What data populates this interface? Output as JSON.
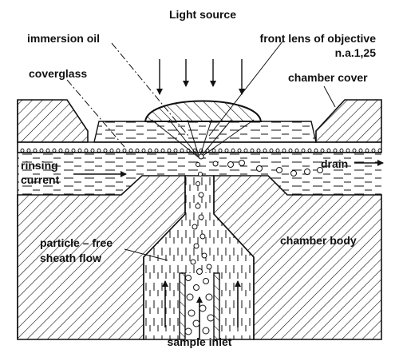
{
  "labels": {
    "light_source": "Light source",
    "immersion_oil": "immersion oil",
    "front_lens_line1": "front lens of objective",
    "front_lens_line2": "n.a.1,25",
    "coverglass": "coverglass",
    "chamber_cover": "chamber cover",
    "rinsing_line1": "rinsing",
    "rinsing_line2": "current",
    "drain": "drain",
    "particle_line1": "particle – free",
    "particle_line2": "sheath flow",
    "chamber_body": "chamber body",
    "sample_inlet": "sample inlet"
  },
  "colors": {
    "ink": "#111111",
    "paper": "#ffffff"
  }
}
